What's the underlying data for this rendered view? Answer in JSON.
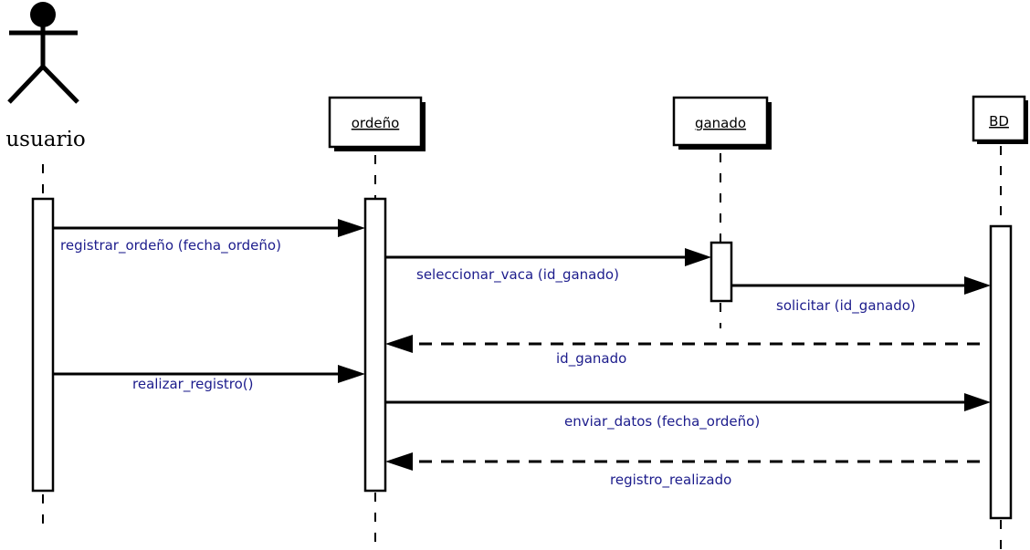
{
  "actor": {
    "name": "usuario"
  },
  "objects": [
    {
      "id": "ordeno",
      "name": "ordeño"
    },
    {
      "id": "ganado",
      "name": "ganado"
    },
    {
      "id": "bd",
      "name": "BD"
    }
  ],
  "messages": [
    {
      "id": "m1",
      "label": "registrar_ordeño (fecha_ordeño)",
      "from": "usuario",
      "to": "ordeño",
      "type": "sync"
    },
    {
      "id": "m2",
      "label": "seleccionar_vaca (id_ganado)",
      "from": "ordeño",
      "to": "ganado",
      "type": "sync"
    },
    {
      "id": "m3",
      "label": "solicitar (id_ganado)",
      "from": "ganado",
      "to": "BD",
      "type": "sync"
    },
    {
      "id": "m4",
      "label": "id_ganado",
      "from": "BD",
      "to": "ordeño",
      "type": "return"
    },
    {
      "id": "m5",
      "label": "realizar_registro()",
      "from": "usuario",
      "to": "ordeño",
      "type": "sync"
    },
    {
      "id": "m6",
      "label": "enviar_datos (fecha_ordeño)",
      "from": "ordeño",
      "to": "BD",
      "type": "sync"
    },
    {
      "id": "m7",
      "label": "registro_realizado",
      "from": "BD",
      "to": "ordeño",
      "type": "return"
    }
  ]
}
